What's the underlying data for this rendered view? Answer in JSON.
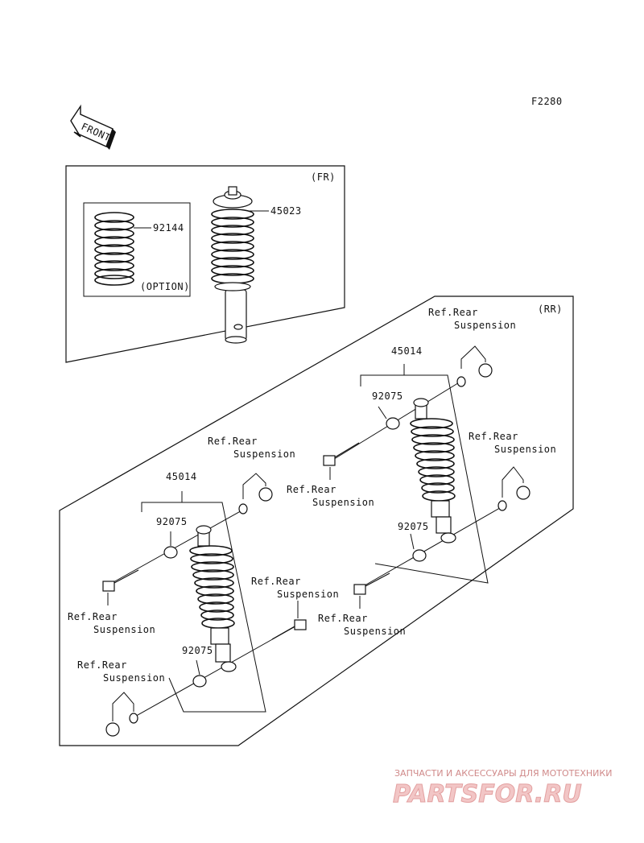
{
  "figure_code": "F2280",
  "front_label": "FRONT",
  "front_section": {
    "tag": "(FR)",
    "option_tag": "(OPTION)",
    "part_shock": "45023",
    "part_spring": "92144"
  },
  "rear_section": {
    "tag": "(RR)",
    "right_assy": {
      "part_shock": "45014",
      "bushing_top": "92075",
      "bushing_bottom": "92075",
      "ref_top_right_1": "Ref.Rear",
      "ref_top_right_2": "Suspension",
      "ref_mid_right_1": "Ref.Rear",
      "ref_mid_right_2": "Suspension",
      "ref_bolt_top_1": "Ref.Rear",
      "ref_bolt_top_2": "Suspension",
      "ref_bolt_bottom_1": "Ref.Rear",
      "ref_bolt_bottom_2": "Suspension"
    },
    "left_assy": {
      "part_shock": "45014",
      "bushing_top": "92075",
      "bushing_bottom": "92075",
      "ref_top_right_1": "Ref.Rear",
      "ref_top_right_2": "Suspension",
      "ref_bolt_top_1": "Ref.Rear",
      "ref_bolt_top_2": "Suspension",
      "ref_bolt_bottom_1": "Ref.Rear",
      "ref_bolt_bottom_2": "Suspension",
      "ref_nut_bottom_1": "Ref.Rear",
      "ref_nut_bottom_2": "Suspension"
    }
  },
  "watermark": {
    "tagline": "ЗАПЧАСТИ И АКСЕССУАРЫ ДЛЯ МОТОТЕХНИКИ",
    "brand": "PARTSFOR.RU"
  }
}
